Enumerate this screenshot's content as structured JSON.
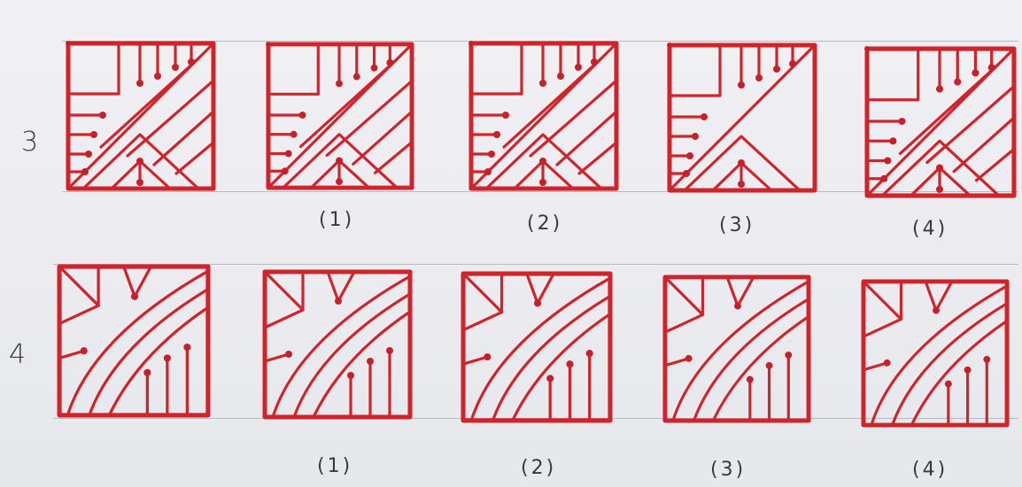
{
  "rows": [
    {
      "number": "3",
      "options": [
        "(1)",
        "(2)",
        "(3)",
        "(4)"
      ],
      "figures": [
        {
          "name": "problem",
          "variant": "base"
        },
        {
          "name": "option-1",
          "variant": "base"
        },
        {
          "name": "option-2",
          "variant": "base"
        },
        {
          "name": "option-3",
          "variant": "missing-diagonals"
        },
        {
          "name": "option-4",
          "variant": "base"
        }
      ]
    },
    {
      "number": "4",
      "options": [
        "(1)",
        "(2)",
        "(3)",
        "(4)"
      ],
      "figures": [
        {
          "name": "problem",
          "variant": "arc"
        },
        {
          "name": "option-1",
          "variant": "arc"
        },
        {
          "name": "option-2",
          "variant": "arc"
        },
        {
          "name": "option-3",
          "variant": "arc"
        },
        {
          "name": "option-4",
          "variant": "arc"
        }
      ]
    }
  ],
  "colors": {
    "ink": "#d0242b",
    "paper": "#ececef",
    "pencil": "#3a3a3a"
  }
}
